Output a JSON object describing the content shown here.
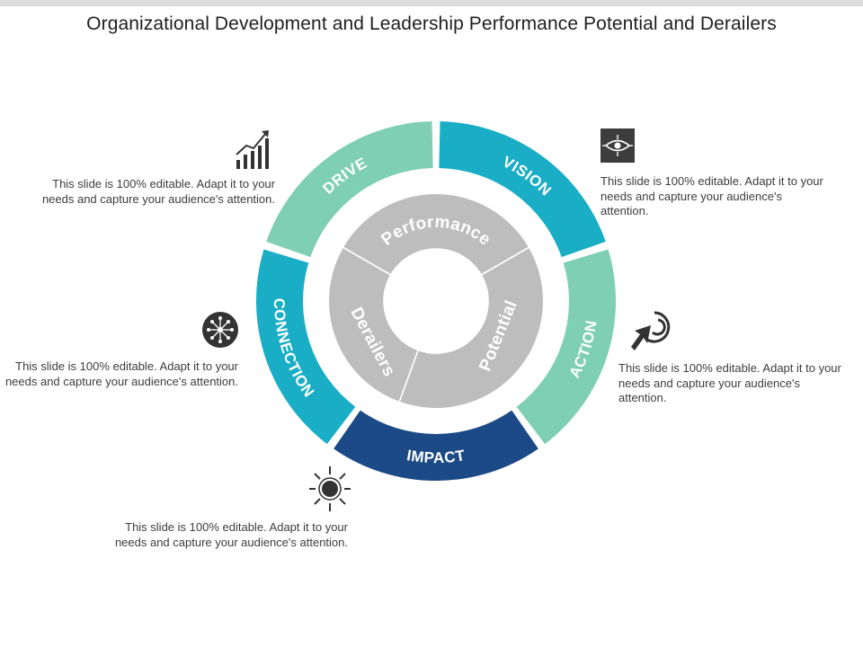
{
  "title": "Organizational Development and Leadership Performance Potential and Derailers",
  "outer_segments": [
    {
      "label": "DRIVE",
      "color": "#7ecfb4"
    },
    {
      "label": "VISION",
      "color": "#1aadc6"
    },
    {
      "label": "ACTION",
      "color": "#7ecfb4"
    },
    {
      "label": "IMPACT",
      "color": "#1c4a86"
    },
    {
      "label": "CONNECTION",
      "color": "#1aadc6"
    }
  ],
  "inner_segments": [
    {
      "label": "Performance",
      "color": "#bdbdbd"
    },
    {
      "label": "Potential",
      "color": "#bdbdbd"
    },
    {
      "label": "Derailers",
      "color": "#bdbdbd"
    }
  ],
  "descriptions": {
    "drive": "This slide is 100% editable. Adapt it to your needs and capture your audience's attention.",
    "vision": "This slide is 100% editable. Adapt it to your needs and capture your audience's attention.",
    "connection": "This slide is 100% editable. Adapt it to your needs and capture your audience's attention.",
    "action": "This slide is 100% editable. Adapt it to your needs and capture your audience's attention.",
    "impact": "This slide is 100% editable. Adapt it to your needs and capture your audience's attention."
  },
  "icons": {
    "drive": "growth-chart-icon",
    "vision": "eye-target-icon",
    "connection": "network-icon",
    "action": "cursor-click-icon",
    "impact": "burst-target-icon"
  }
}
